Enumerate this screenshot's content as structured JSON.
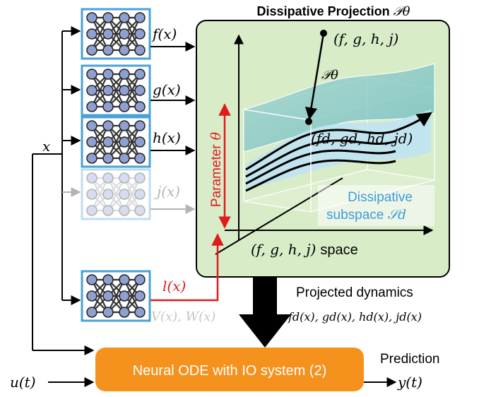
{
  "title": "Dissipative Projection",
  "title_symbol": "𝒫θ",
  "input_x": "x",
  "input_u": "u(t)",
  "output_y": "y(t)",
  "networks": [
    {
      "label": "f(x)",
      "faded": false
    },
    {
      "label": "g(x)",
      "faded": false
    },
    {
      "label": "h(x)",
      "faded": false
    },
    {
      "label": "j(x)",
      "faded": true
    },
    {
      "label": "l(x)",
      "faded": false
    }
  ],
  "sub_label": "V(x), W(x)",
  "projection": {
    "point_label": "(f, g, h, j)",
    "operator_label": "𝒫θ",
    "projected_label": "(fd, gd, hd, jd)",
    "parameter_label": "Parameter",
    "parameter_symbol": "θ",
    "subspace_line1": "Dissipative",
    "subspace_line2": "subspace",
    "subspace_symbol": "𝒮d",
    "space_label": "(f, g, h, j)",
    "space_word": "space"
  },
  "projected_dynamics_title": "Projected dynamics",
  "projected_dynamics": "fd(x), gd(x), hd(x), jd(x)",
  "ode_box": "Neural ODE with IO system (2)",
  "prediction_label": "Prediction",
  "colors": {
    "net_border": "#4aa0d8",
    "panel_fill": "#d8ecc8",
    "ode_fill": "#f5921e",
    "red": "#e01b1b",
    "subspace_text": "#3c9be0",
    "faded": "#b4b4b4"
  }
}
